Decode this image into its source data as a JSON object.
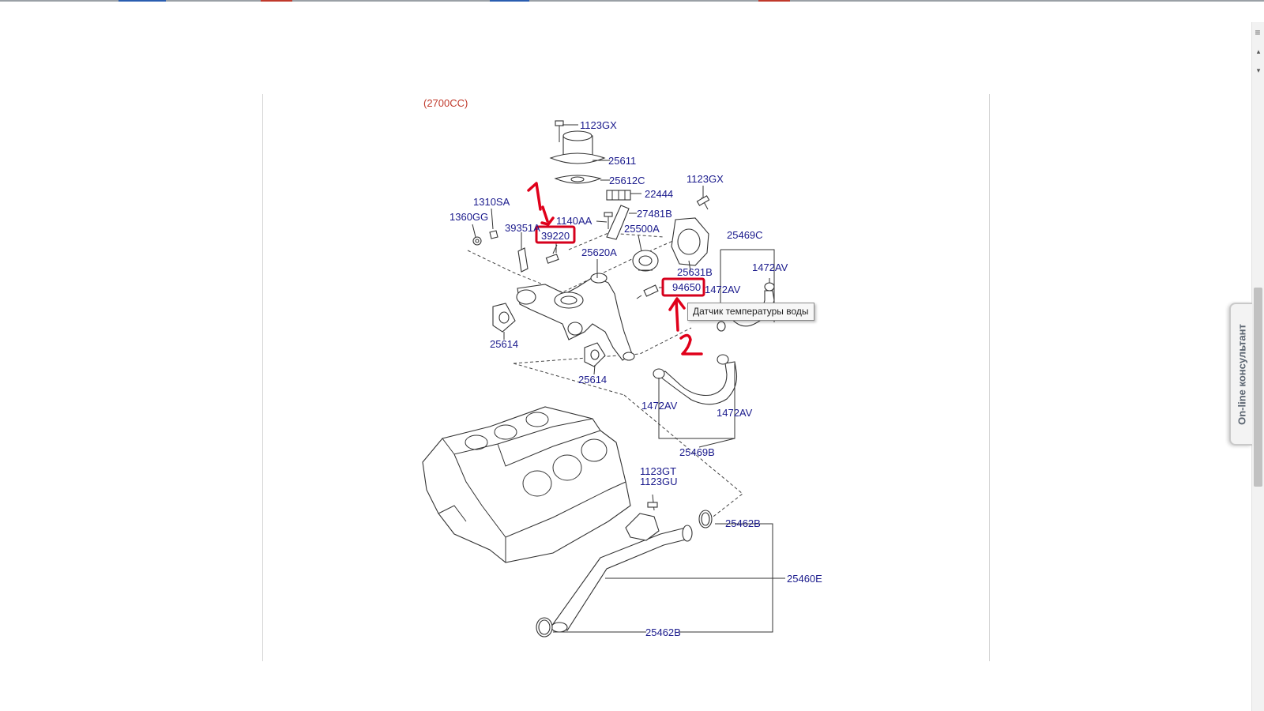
{
  "diagram": {
    "engine_note": "(2700CC)",
    "labels": {
      "p1123gx_top": "1123GX",
      "p25611": "25611",
      "p25612c": "25612C",
      "p22444": "22444",
      "p1123gx_right": "1123GX",
      "p1310sa": "1310SA",
      "p1360gg": "1360GG",
      "p39351a": "39351A",
      "p39220": "39220",
      "p1140aa": "1140AA",
      "p27481b": "27481B",
      "p25500a": "25500A",
      "p25469c": "25469C",
      "p25620a": "25620A",
      "p1472av_a": "1472AV",
      "p25631b": "25631B",
      "p94650": "94650",
      "p1472av_b": "1472AV",
      "p25614_left": "25614",
      "p25614_mid": "25614",
      "p1472av_c": "1472AV",
      "p1472av_d": "1472AV",
      "p25469b": "25469B",
      "p1123gt": "1123GT",
      "p1123gu": "1123GU",
      "p25462b_top": "25462B",
      "p25460e": "25460E",
      "p25462b_bottom": "25462B"
    },
    "annotations": {
      "marker_1": "1",
      "marker_2": "2"
    },
    "tooltip": "Датчик температуры воды"
  },
  "side_widget": {
    "label": "On-line консультант"
  },
  "colors": {
    "label_blue": "#1a1a8c",
    "highlight_red": "#d6001c",
    "engine_note_red": "#c0392b"
  }
}
